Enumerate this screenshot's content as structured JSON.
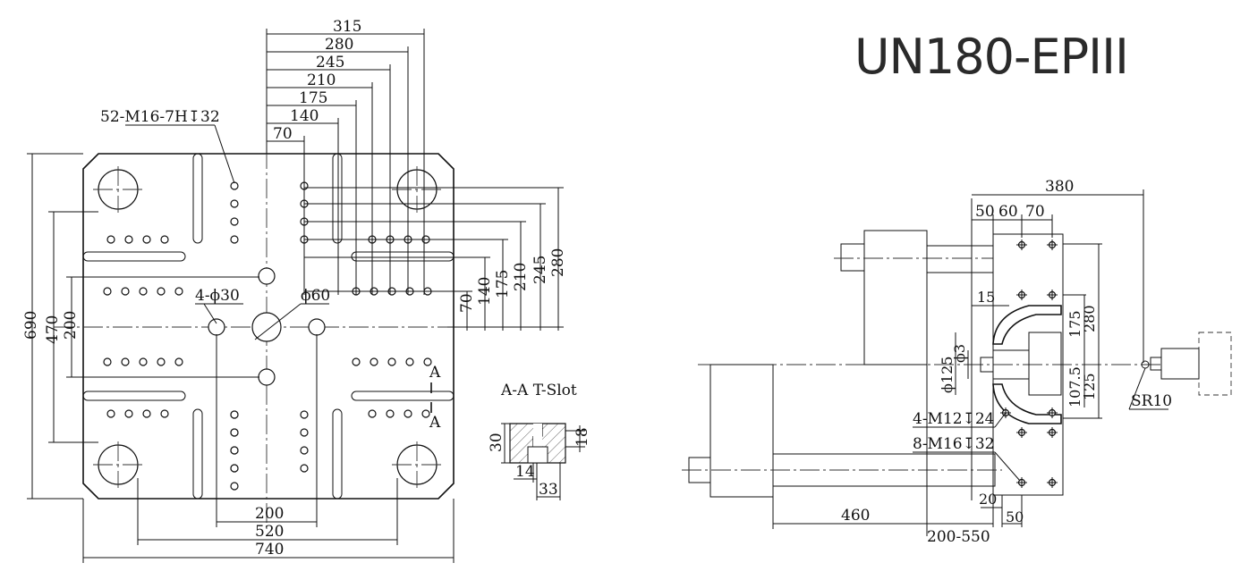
{
  "title": "UN180-EPIII",
  "platen": {
    "top_dims": [
      "315",
      "280",
      "245",
      "210",
      "175",
      "140",
      "70"
    ],
    "right_dims": [
      "280",
      "245",
      "210",
      "175",
      "140",
      "70"
    ],
    "left_dims": [
      "690",
      "470",
      "200"
    ],
    "bottom_dims": [
      "200",
      "520",
      "740"
    ],
    "tapped_holes": "52-M16-7H↧32",
    "pin_holes": "4-ϕ30",
    "center_hole": "ϕ60",
    "section_mark": "A"
  },
  "tslot": {
    "title": "A-A T-Slot",
    "dims": [
      "30",
      "18",
      "14",
      "33"
    ]
  },
  "side": {
    "top_dims": [
      "380",
      "50",
      "60",
      "70"
    ],
    "dims": [
      "15",
      "175",
      "280",
      "ϕ125",
      "ϕ3",
      "107.5",
      "125",
      "SR10",
      "20",
      "50",
      "460",
      "200-550"
    ],
    "holes_a": "4-M12↧24",
    "holes_b": "8-M16↧32"
  }
}
